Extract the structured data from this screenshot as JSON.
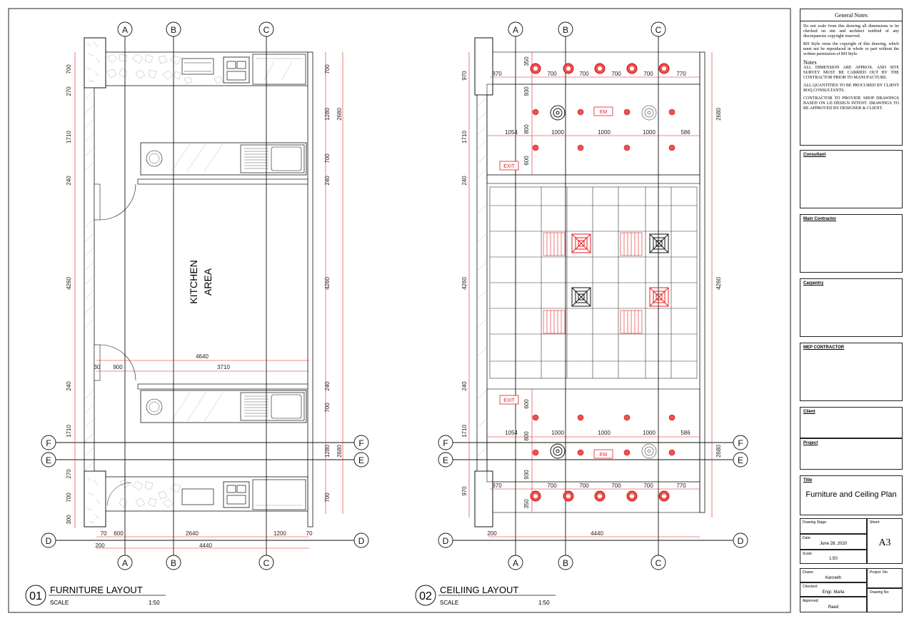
{
  "plans": [
    {
      "number": "01",
      "title": "FURNITURE LAYOUT",
      "scale_label": "SCALE",
      "scale": "1:50",
      "room_label_line1": "KITCHEN",
      "room_label_line2": "AREA",
      "dims_left": [
        "700",
        "270",
        "1710",
        "240",
        "4260",
        "240",
        "1710",
        "270",
        "700",
        "300"
      ],
      "dims_right_inner": [
        "700",
        "1280",
        "700",
        "240",
        "4260",
        "240",
        "700",
        "1280",
        "700"
      ],
      "dims_right_outer": [
        "2680",
        "2680"
      ],
      "dims_bottom": [
        "70",
        "600",
        "2640",
        "1200",
        "70"
      ],
      "dims_bottom_total_left": "200",
      "dims_bottom_total": "4440",
      "dims_mid": [
        "30",
        "900",
        "3710"
      ],
      "dim_mid_total": "4640"
    },
    {
      "number": "02",
      "title": "CEILIING LAYOUT",
      "scale_label": "SCALE",
      "scale": "1:50",
      "dims_left": [
        "970",
        "1710",
        "240",
        "4260",
        "240",
        "1710",
        "970"
      ],
      "dims_right": [
        "2680",
        "4260",
        "2680"
      ],
      "dims_row_top": [
        "870",
        "700",
        "700",
        "700",
        "700",
        "770"
      ],
      "dims_row_spot": [
        "1054",
        "1000",
        "1000",
        "1000",
        "586"
      ],
      "dims_vert_a": [
        "350",
        "930",
        "800",
        "600"
      ],
      "dims_vert_b": [
        "600",
        "800",
        "930",
        "350"
      ],
      "dims_bottom_left": "200",
      "dims_bottom_total": "4440",
      "em_label": "EM",
      "exit_label": "EXIT"
    }
  ],
  "grid_labels": {
    "a": "A",
    "b": "B",
    "c": "C",
    "d": "D",
    "e": "E",
    "f": "F"
  },
  "titleblock": {
    "general_notes_title": "General Notes",
    "note1": "Do not scale from this drawing all dimensions to be checked on site and architect notified of any discrepancies copyright reserved.",
    "note2": "RH Style owns the copyright of this drawing, which must not be reproduced in whole or part without the written permission of RH Style.",
    "notes_sub": "Notes",
    "note3": "ALL DIMENSION ARE APPROX. AND SITE SURVEY MUST BE CARRIED OUT BY THE CONTRACTOR PRIOR TO MANUFACTURE.",
    "note4": "ALL QUANTITIES TO BE PROCURED BY CLIENT BOQ CONSULTANTS.",
    "note5": "CONTRACTOR TO PROVIDE SHOP DRAWINGS BASED ON I.D DESIGN INTENT. DRAWINGS TO BE APPROVED BY DESIGNER & CLIENT.",
    "consultant": "Consultant",
    "main_contractor": "Main Contractor",
    "carpentry": "Carpentry",
    "mep": "MEP CONTRACTOR",
    "client": "Client",
    "project": "Project",
    "title_label": "Title",
    "title_value": "Furniture and Ceiling Plan",
    "stage_label": "Drawing Stage:",
    "sheet_label": "Sheet:",
    "sheet_value": "A3",
    "date_label": "Date:",
    "date_value": "June 28, 2020",
    "scale_label": "Scale:",
    "scale_value": "1:50",
    "drawn_label": "Drawn:",
    "drawn_value": "Kenneth",
    "project_no_label": "Project :No.",
    "checked_label": "Checked:",
    "checked_value": "Engr. Marla",
    "drawing_no_label": "Drawing No:",
    "approved_label": "Approved:",
    "approved_value": "Raed"
  },
  "colors": {
    "dim_red": "#e02020",
    "light_red": "#f05050",
    "line": "#111111",
    "hatch": "#888888"
  }
}
